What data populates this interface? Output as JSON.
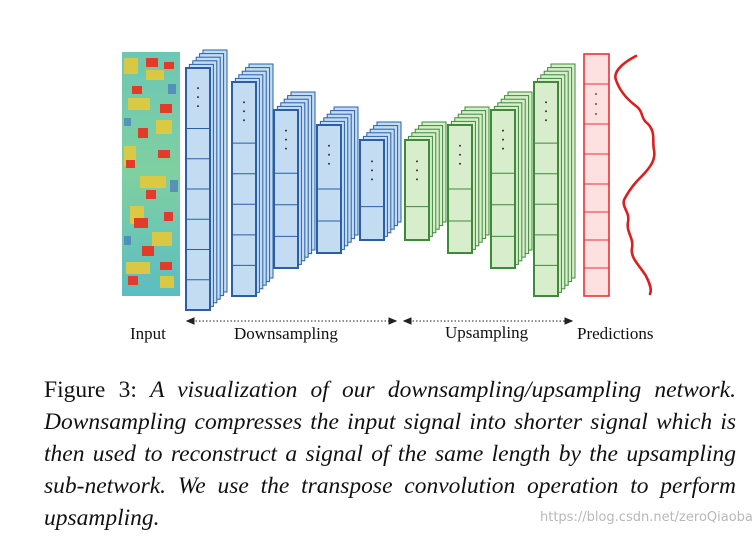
{
  "figure": {
    "labels": {
      "input": "Input",
      "downsampling": "Downsampling",
      "upsampling": "Upsampling",
      "predictions": "Predictions"
    },
    "colors": {
      "blue_fill": "#c3dcf2",
      "blue_edge": "#2a5fa8",
      "green_fill": "#d7edcc",
      "green_edge": "#3f8a3a",
      "pred_fill": "#fde0e0",
      "pred_edge": "#e8333a",
      "signal_line": "#d92020"
    }
  },
  "caption": {
    "lead": "Figure 3: ",
    "body": "A visualization of our downsampling/upsampling network. Downsampling compresses the input signal into shorter signal which is then used to reconstruct a signal of the same length by the upsampling sub-network. We use the transpose convolution operation to perform upsampling."
  },
  "watermark": "https://blog.csdn.net/zeroQiaoba"
}
